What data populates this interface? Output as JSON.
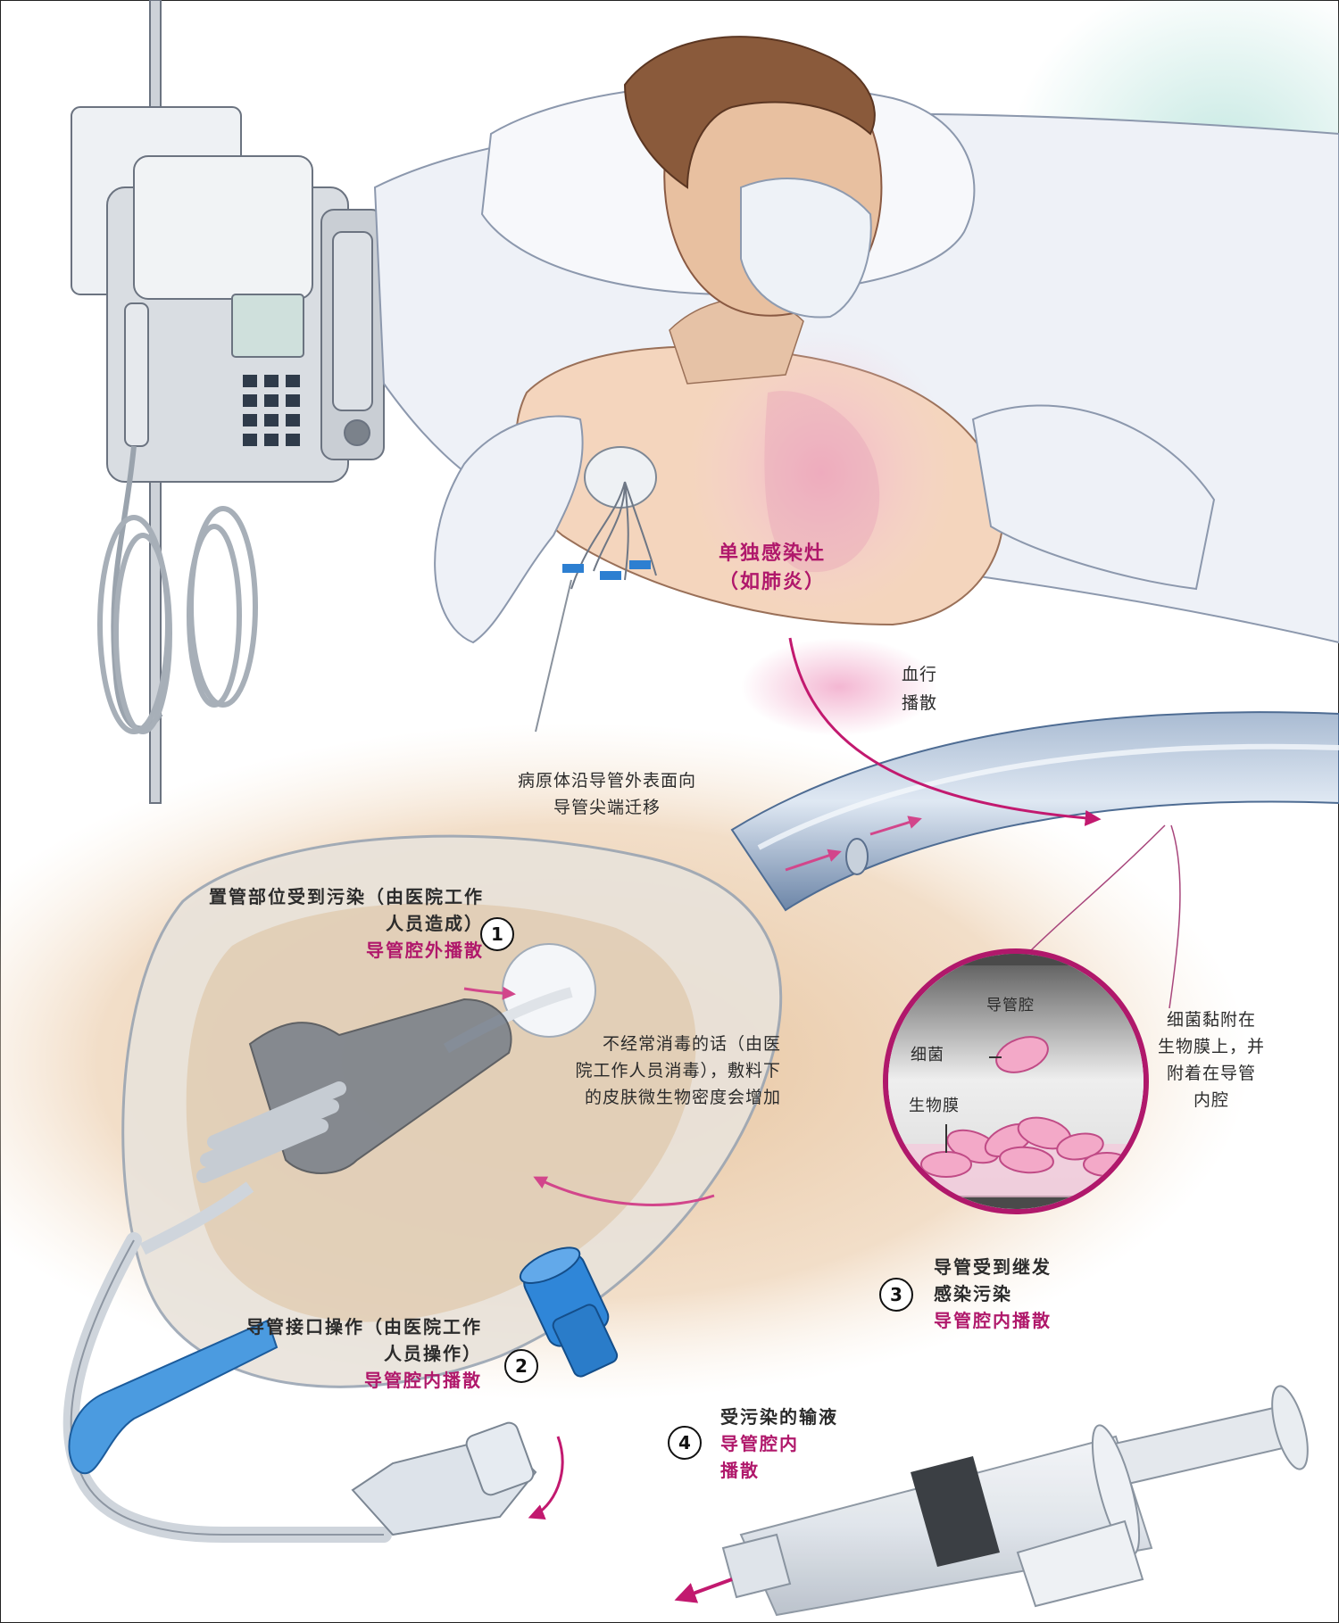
{
  "labels": {
    "focal_infection": [
      "单独感染灶",
      "（如肺炎）"
    ],
    "hematogenous": [
      "血行",
      "播散"
    ],
    "migration": [
      "病原体沿导管外表面向",
      "导管尖端迁移"
    ],
    "site_contamination": [
      "置管部位受到污染（由医院工作",
      "人员造成）"
    ],
    "extraluminal_spread": "导管腔外播散",
    "disinfection_note": [
      "不经常消毒的话（由医",
      "院工作人员消毒），敷料下",
      "的皮肤微生物密度会增加"
    ],
    "lumen": "导管腔",
    "bacteria": "细菌",
    "biofilm": "生物膜",
    "adhesion_note": [
      "细菌黏附在",
      "生物膜上，并",
      "附着在导管",
      "内腔"
    ],
    "hub_manipulation": [
      "导管接口操作（由医院工作",
      "人员操作）"
    ],
    "intraluminal_spread_2": "导管腔内播散",
    "secondary_contamination": [
      "导管受到继发",
      "感染污染"
    ],
    "intraluminal_spread_3": "导管腔内播散",
    "contaminated_infusate": "受污染的输液",
    "intraluminal_spread_4": [
      "导管腔内",
      "播散"
    ]
  },
  "markers": [
    "1",
    "2",
    "3",
    "4"
  ],
  "colors": {
    "accent_pink": "#b0186b",
    "skin": "#e9c9a4",
    "tube_blue": "#4e6c93",
    "connector_blue": "#2d7fd1"
  }
}
